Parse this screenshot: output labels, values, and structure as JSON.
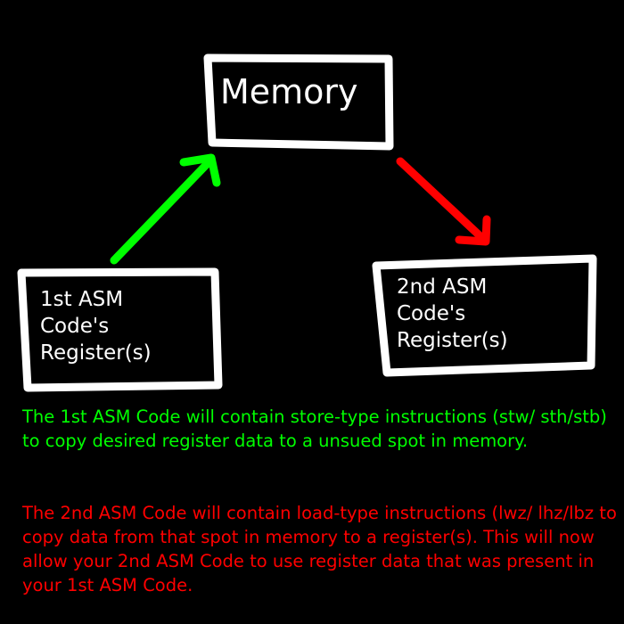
{
  "colors": {
    "background": "#000000",
    "box_outline": "#ffffff",
    "store_arrow": "#00ff00",
    "load_arrow": "#ff0000",
    "store_text": "#00ff00",
    "load_text": "#ff0000"
  },
  "boxes": {
    "memory": {
      "label": "Memory"
    },
    "first_asm": {
      "label": "1st ASM\nCode's\nRegister(s)"
    },
    "second_asm": {
      "label": "2nd ASM\nCode's\nRegister(s)"
    }
  },
  "arrows": {
    "store": {
      "from": "first_asm",
      "to": "memory"
    },
    "load": {
      "from": "memory",
      "to": "second_asm"
    }
  },
  "notes": {
    "store_text": "The 1st ASM Code will contain store-type instructions (stw/ sth/stb) to copy desired register data to a unsued spot in memory.",
    "load_text": "The 2nd ASM Code will contain load-type instructions (lwz/ lhz/lbz to copy data from that spot in memory to a register(s). This will now allow your 2nd ASM Code to use register data that was present in your 1st ASM Code."
  }
}
